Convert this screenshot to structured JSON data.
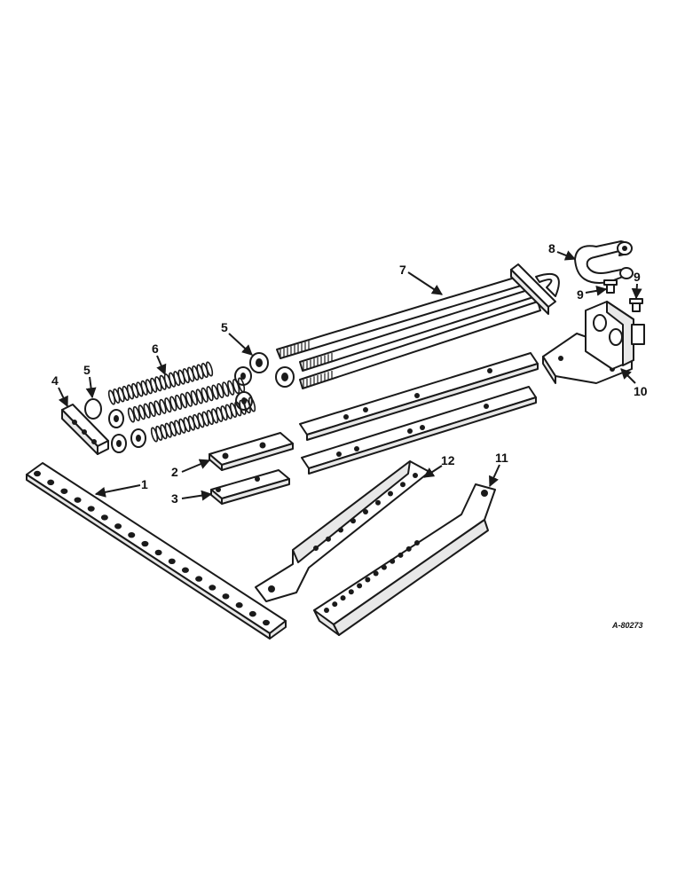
{
  "diagram": {
    "reference": "A-80273",
    "callouts": [
      "1",
      "2",
      "3",
      "4",
      "5",
      "5",
      "6",
      "7",
      "8",
      "9",
      "9",
      "10",
      "11",
      "12"
    ]
  }
}
